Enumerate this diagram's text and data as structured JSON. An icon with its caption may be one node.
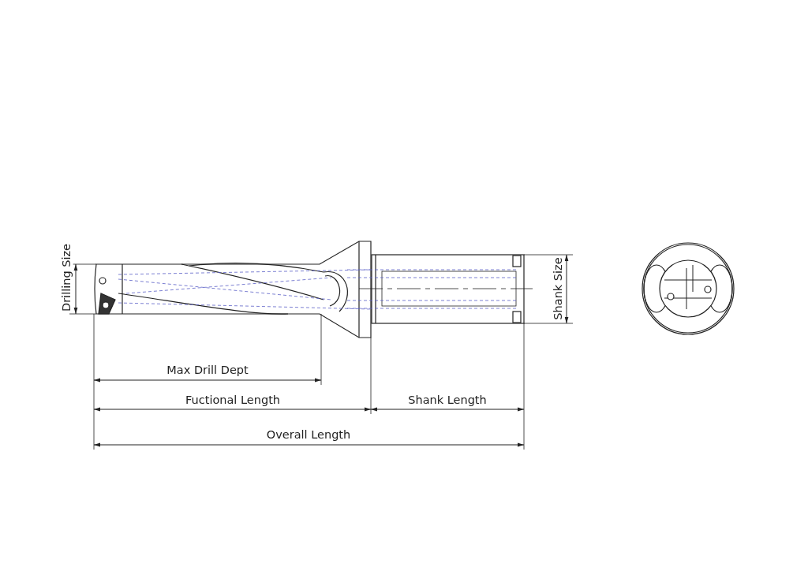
{
  "diagram": {
    "labels": [
      "Drilling Size",
      "Shank Size",
      "Max Drill Dept",
      "Fuctional Length",
      "Shank Length",
      "Overall Length"
    ]
  }
}
